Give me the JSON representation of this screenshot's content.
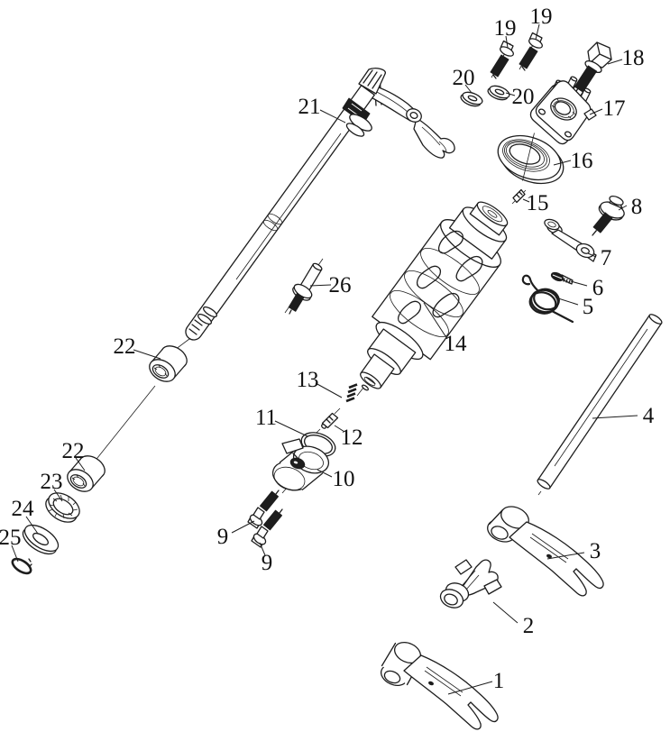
{
  "diagram": {
    "type": "exploded-parts-diagram",
    "background_color": "#ffffff",
    "line_color": "#1d1d1d",
    "labels": {
      "l1": "1",
      "l2": "2",
      "l3": "3",
      "l4": "4",
      "l5": "5",
      "l6": "6",
      "l7": "7",
      "l8": "8",
      "l9a": "9",
      "l9b": "9",
      "l10": "10",
      "l11": "11",
      "l12": "12",
      "l13": "13",
      "l14": "14",
      "l15": "15",
      "l16": "16",
      "l17": "17",
      "l18": "18",
      "l19a": "19",
      "l19b": "19",
      "l20a": "20",
      "l20b": "20",
      "l21": "21",
      "l22a": "22",
      "l22b": "22",
      "l23": "23",
      "l24": "24",
      "l25": "25",
      "l26": "26"
    }
  }
}
